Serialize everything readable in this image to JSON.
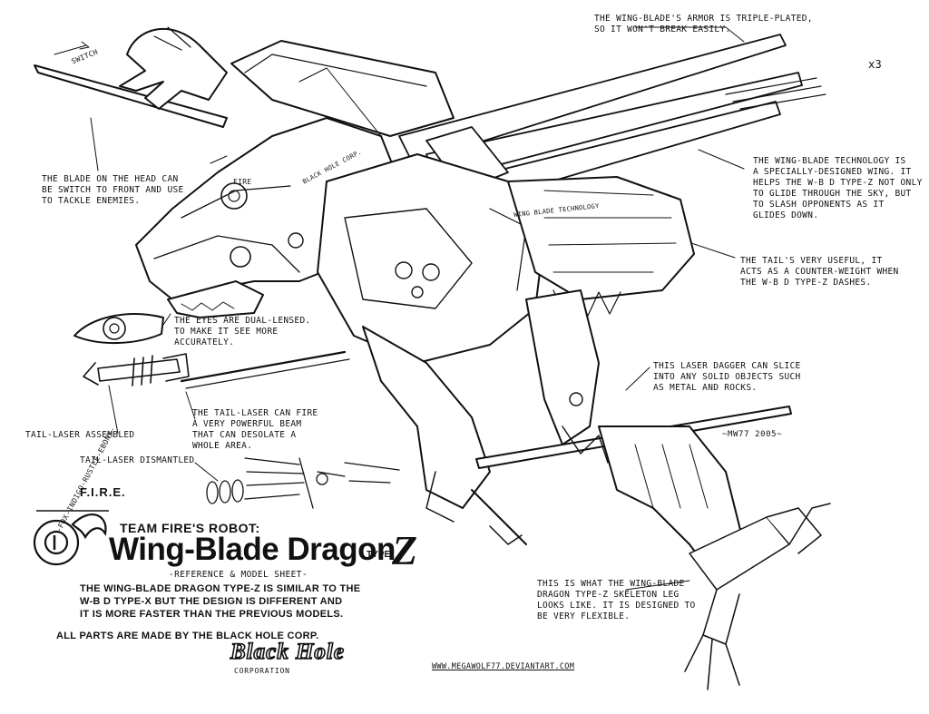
{
  "notes": {
    "armor": "THE WING-BLADE'S ARMOR IS TRIPLE-PLATED,\nSO IT WON'T BREAK EASILY.",
    "multiplier": "x3",
    "switch": "SWITCH",
    "head_blade": "THE BLADE ON THE HEAD CAN\nBE SWITCH TO FRONT AND USE\nTO TACKLE ENEMIES.",
    "wing_tech": "THE WING-BLADE TECHNOLOGY IS\nA SPECIALLY-DESIGNED WING. IT\nHELPS THE W-B D TYPE-Z NOT ONLY\nTO GLIDE THROUGH THE SKY, BUT\nTO SLASH OPPONENTS AS IT\nGLIDES DOWN.",
    "tail": "THE TAIL'S VERY USEFUL, IT\nACTS AS A COUNTER-WEIGHT WHEN\nTHE W-B D TYPE-Z DASHES.",
    "eyes": "THE EYES ARE DUAL-LENSED.\nTO MAKE IT SEE MORE\nACCURATELY.",
    "laser_dagger": "THIS LASER DAGGER CAN SLICE\nINTO ANY SOLID OBJECTS SUCH\nAS METAL AND ROCKS.",
    "tail_laser": "THE TAIL-LASER CAN FIRE\nA VERY POWERFUL BEAM\nTHAT CAN DESOLATE A\nWHOLE AREA.",
    "tail_laser_assembled": "TAIL-LASER ASSEMBLED",
    "tail_laser_dismantled": "TAIL-LASER DISMANTLED",
    "skeleton_leg": "THIS IS WHAT THE WING-BLADE\nDRAGON TYPE-Z SKELETON LEG\nLOOKS LIKE. IT IS DESIGNED TO\nBE VERY FLEXIBLE."
  },
  "title_block": {
    "team_line": "TEAM FIRE'S ROBOT:",
    "title": "Wing-Blade Dragon",
    "type_prefix": "TYPE-",
    "type_letter": "Z",
    "subtitle": "-REFERENCE & MODEL SHEET-",
    "description": "THE WING-BLADE DRAGON TYPE-Z IS SIMILAR TO THE\nW-B D TYPE-X BUT THE DESIGN IS DIFFERENT AND\nIT IS MORE FASTER THAN THE PREVIOUS MODELS.",
    "parts_note": "ALL PARTS ARE MADE BY THE BLACK HOLE CORP.",
    "corp_logo": "Black Hole",
    "corp_sub": "CORPORATION",
    "url": "WWW.MEGAWOLF77.DEVIANTART.COM"
  },
  "fire_emblem": {
    "label": "F.I.R.E.",
    "acronym": "-FOX-INDIGO-RUSTLE-EBONY-"
  },
  "signature": "~MW77 2005~",
  "robot_markings": {
    "head": "FIRE",
    "wing": "WING BLADE TECHNOLOGY",
    "arm": "BLACK HOLE CORP."
  },
  "colors": {
    "ink": "#111111",
    "paper": "#ffffff"
  }
}
